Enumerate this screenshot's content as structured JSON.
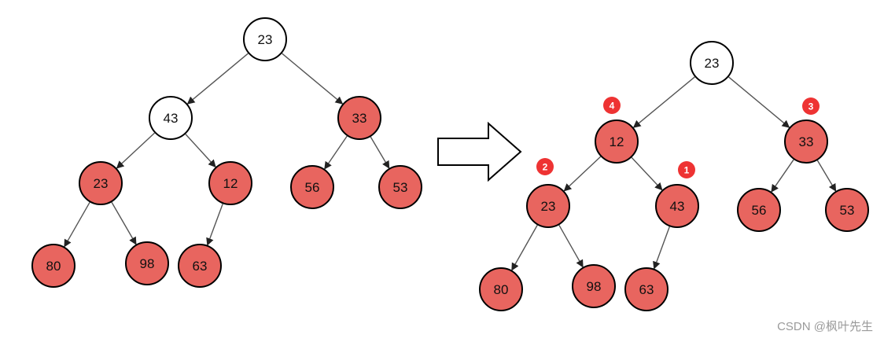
{
  "colors": {
    "background": "#ffffff",
    "node_fill_red": "#e8655f",
    "node_fill_white": "#ffffff",
    "node_stroke": "#000000",
    "edge": "#555555",
    "badge": "#ee3333",
    "badge_text": "#ffffff",
    "watermark": "#9a9a9a"
  },
  "left_tree": {
    "nodes": [
      {
        "id": "L0",
        "label": "23",
        "fill": "white"
      },
      {
        "id": "L1",
        "label": "43",
        "fill": "white"
      },
      {
        "id": "L2",
        "label": "33",
        "fill": "red"
      },
      {
        "id": "L3",
        "label": "23",
        "fill": "red"
      },
      {
        "id": "L4",
        "label": "12",
        "fill": "red"
      },
      {
        "id": "L5",
        "label": "56",
        "fill": "red"
      },
      {
        "id": "L6",
        "label": "53",
        "fill": "red"
      },
      {
        "id": "L7",
        "label": "80",
        "fill": "red"
      },
      {
        "id": "L8",
        "label": "98",
        "fill": "red"
      },
      {
        "id": "L9",
        "label": "63",
        "fill": "red"
      }
    ],
    "edges": [
      [
        "L0",
        "L1"
      ],
      [
        "L0",
        "L2"
      ],
      [
        "L1",
        "L3"
      ],
      [
        "L1",
        "L4"
      ],
      [
        "L2",
        "L5"
      ],
      [
        "L2",
        "L6"
      ],
      [
        "L3",
        "L7"
      ],
      [
        "L3",
        "L8"
      ],
      [
        "L4",
        "L9"
      ]
    ]
  },
  "right_tree": {
    "nodes": [
      {
        "id": "R0",
        "label": "23",
        "fill": "white"
      },
      {
        "id": "R1",
        "label": "12",
        "fill": "red",
        "badge": "4"
      },
      {
        "id": "R2",
        "label": "33",
        "fill": "red",
        "badge": "3"
      },
      {
        "id": "R3",
        "label": "23",
        "fill": "red",
        "badge": "2"
      },
      {
        "id": "R4",
        "label": "43",
        "fill": "red",
        "badge": "1"
      },
      {
        "id": "R5",
        "label": "56",
        "fill": "red"
      },
      {
        "id": "R6",
        "label": "53",
        "fill": "red"
      },
      {
        "id": "R7",
        "label": "80",
        "fill": "red"
      },
      {
        "id": "R8",
        "label": "98",
        "fill": "red"
      },
      {
        "id": "R9",
        "label": "63",
        "fill": "red"
      }
    ],
    "edges": [
      [
        "R0",
        "R1"
      ],
      [
        "R0",
        "R2"
      ],
      [
        "R1",
        "R3"
      ],
      [
        "R1",
        "R4"
      ],
      [
        "R2",
        "R5"
      ],
      [
        "R2",
        "R6"
      ],
      [
        "R3",
        "R7"
      ],
      [
        "R3",
        "R8"
      ],
      [
        "R4",
        "R9"
      ]
    ]
  },
  "arrow": {
    "icon": "right-block-arrow-icon"
  },
  "watermark": "CSDN @枫叶先生"
}
